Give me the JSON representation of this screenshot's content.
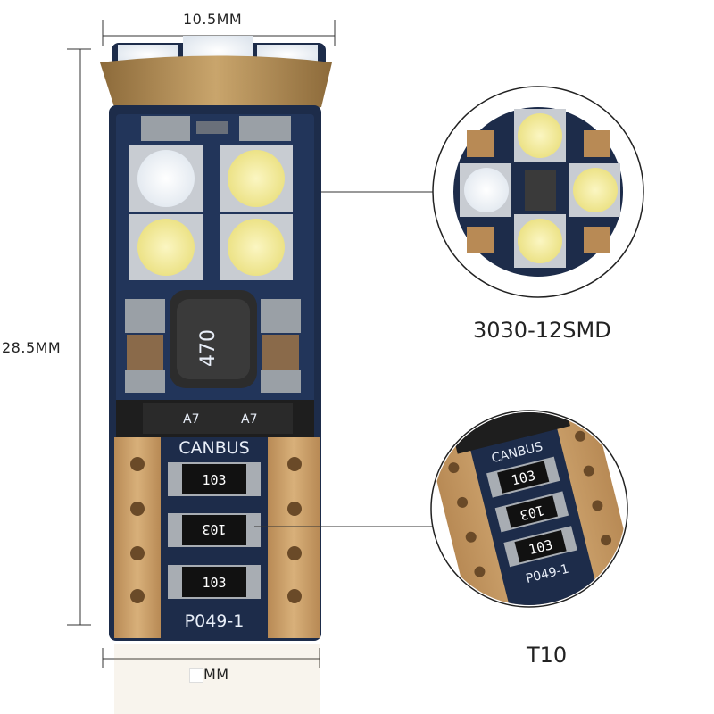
{
  "dimensions": {
    "width_label": "10.5MM",
    "height_label": "28.5MM",
    "bottom_label": "MM"
  },
  "callouts": {
    "led_label": "3030-12SMD",
    "base_label": "T10"
  },
  "pcb": {
    "brand_text": "CANBUS",
    "resistor_codes": [
      "103",
      "103",
      "103"
    ],
    "part_number": "P049-1",
    "inductor_code": "470",
    "diode_mark": "A7"
  },
  "colors": {
    "pcb_blue": "#1d2c4a",
    "copper": "#c9a26a",
    "gold_cap": "#b8935a",
    "led_yellow": "#f7f0a8"
  }
}
